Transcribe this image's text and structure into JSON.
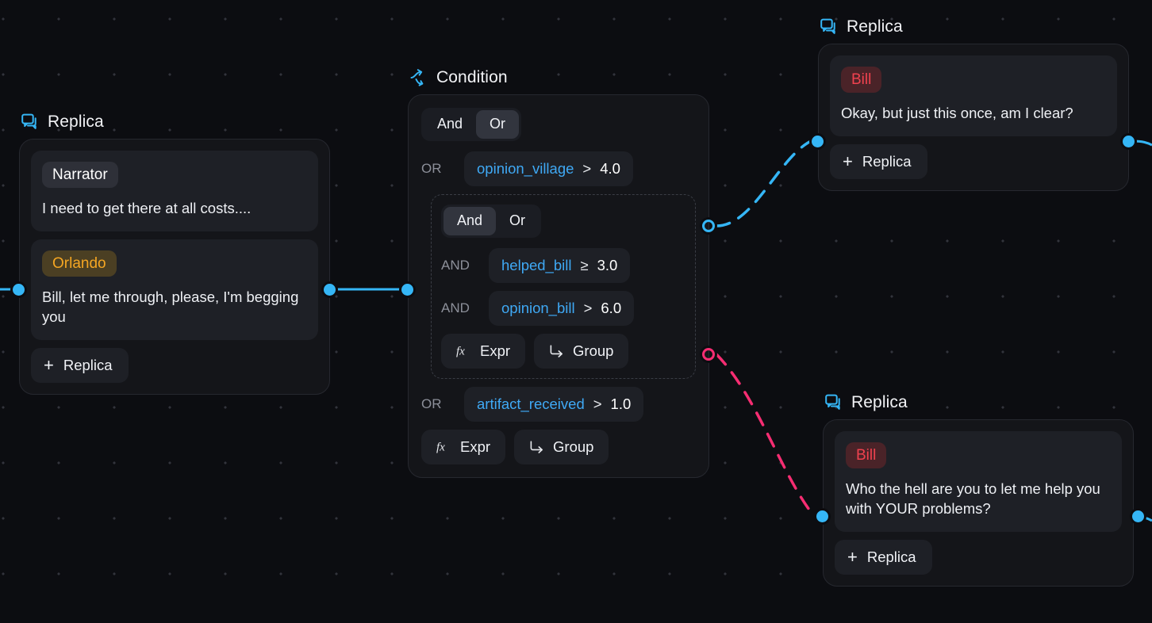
{
  "canvas": {
    "background": "#0c0d11",
    "grid_dot_color": "#32343c",
    "grid_spacing": 70
  },
  "colors": {
    "accent_blue": "#35b6f6",
    "accent_pink": "#f62d72",
    "variable_blue": "#3fa9f5",
    "speaker_orlando": "#f5a623",
    "speaker_bill": "#f0424f",
    "node_surface": "#141519",
    "bubble_surface": "#1e2026"
  },
  "nodes": {
    "replica_left": {
      "title": "Replica",
      "icon": "message-squares-icon",
      "bubbles": [
        {
          "speaker": "Narrator",
          "speaker_style": "narrator",
          "text": "I need to get there at all costs...."
        },
        {
          "speaker": "Orlando",
          "speaker_style": "orlando",
          "text": "Bill, let me through, please, I'm begging you"
        }
      ],
      "add_button": {
        "label": "Replica",
        "icon": "plus-icon"
      }
    },
    "condition": {
      "title": "Condition",
      "icon": "branch-arrows-icon",
      "root_toggle": {
        "options": [
          "And",
          "Or"
        ],
        "selected": "Or"
      },
      "rows": [
        {
          "join": "OR",
          "variable": "opinion_village",
          "operator": ">",
          "value": "4.0"
        }
      ],
      "group": {
        "toggle": {
          "options": [
            "And",
            "Or"
          ],
          "selected": "And"
        },
        "rows": [
          {
            "join": "AND",
            "variable": "helped_bill",
            "operator": "≥",
            "value": "3.0"
          },
          {
            "join": "AND",
            "variable": "opinion_bill",
            "operator": ">",
            "value": "6.0"
          }
        ],
        "buttons": [
          {
            "label": "Expr",
            "icon": "fx-icon"
          },
          {
            "label": "Group",
            "icon": "arrow-turn-down-right-icon"
          }
        ]
      },
      "trailing_rows": [
        {
          "join": "OR",
          "variable": "artifact_received",
          "operator": ">",
          "value": "1.0"
        }
      ],
      "buttons": [
        {
          "label": "Expr",
          "icon": "fx-icon"
        },
        {
          "label": "Group",
          "icon": "arrow-turn-down-right-icon"
        }
      ],
      "outputs": [
        {
          "name": "true",
          "color": "#35b6f6"
        },
        {
          "name": "false",
          "color": "#f62d72"
        }
      ]
    },
    "replica_top_right": {
      "title": "Replica",
      "icon": "message-squares-icon",
      "bubbles": [
        {
          "speaker": "Bill",
          "speaker_style": "bill",
          "text": "Okay, but just this once, am I clear?"
        }
      ],
      "add_button": {
        "label": "Replica",
        "icon": "plus-icon"
      }
    },
    "replica_bottom_right": {
      "title": "Replica",
      "icon": "message-squares-icon",
      "bubbles": [
        {
          "speaker": "Bill",
          "speaker_style": "bill",
          "text": "Who the hell are you to let me help you with YOUR problems?"
        }
      ],
      "add_button": {
        "label": "Replica",
        "icon": "plus-icon"
      }
    }
  },
  "edges": [
    {
      "name": "replica-left-to-condition",
      "style": "solid",
      "color": "#35b6f6"
    },
    {
      "name": "condition-true-to-replica-top-right",
      "style": "dashed",
      "color": "#35b6f6"
    },
    {
      "name": "condition-false-to-replica-bottom-right",
      "style": "dashed",
      "color": "#f62d72"
    }
  ]
}
